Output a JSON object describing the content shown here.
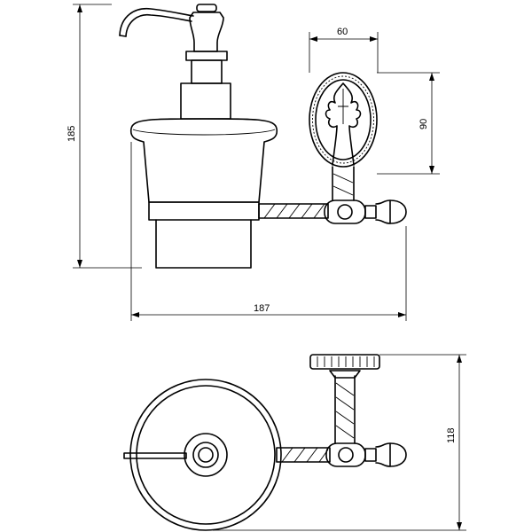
{
  "dimensions": {
    "height": "185",
    "width": "187",
    "plate_width": "60",
    "plate_height": "90",
    "depth": "118"
  }
}
